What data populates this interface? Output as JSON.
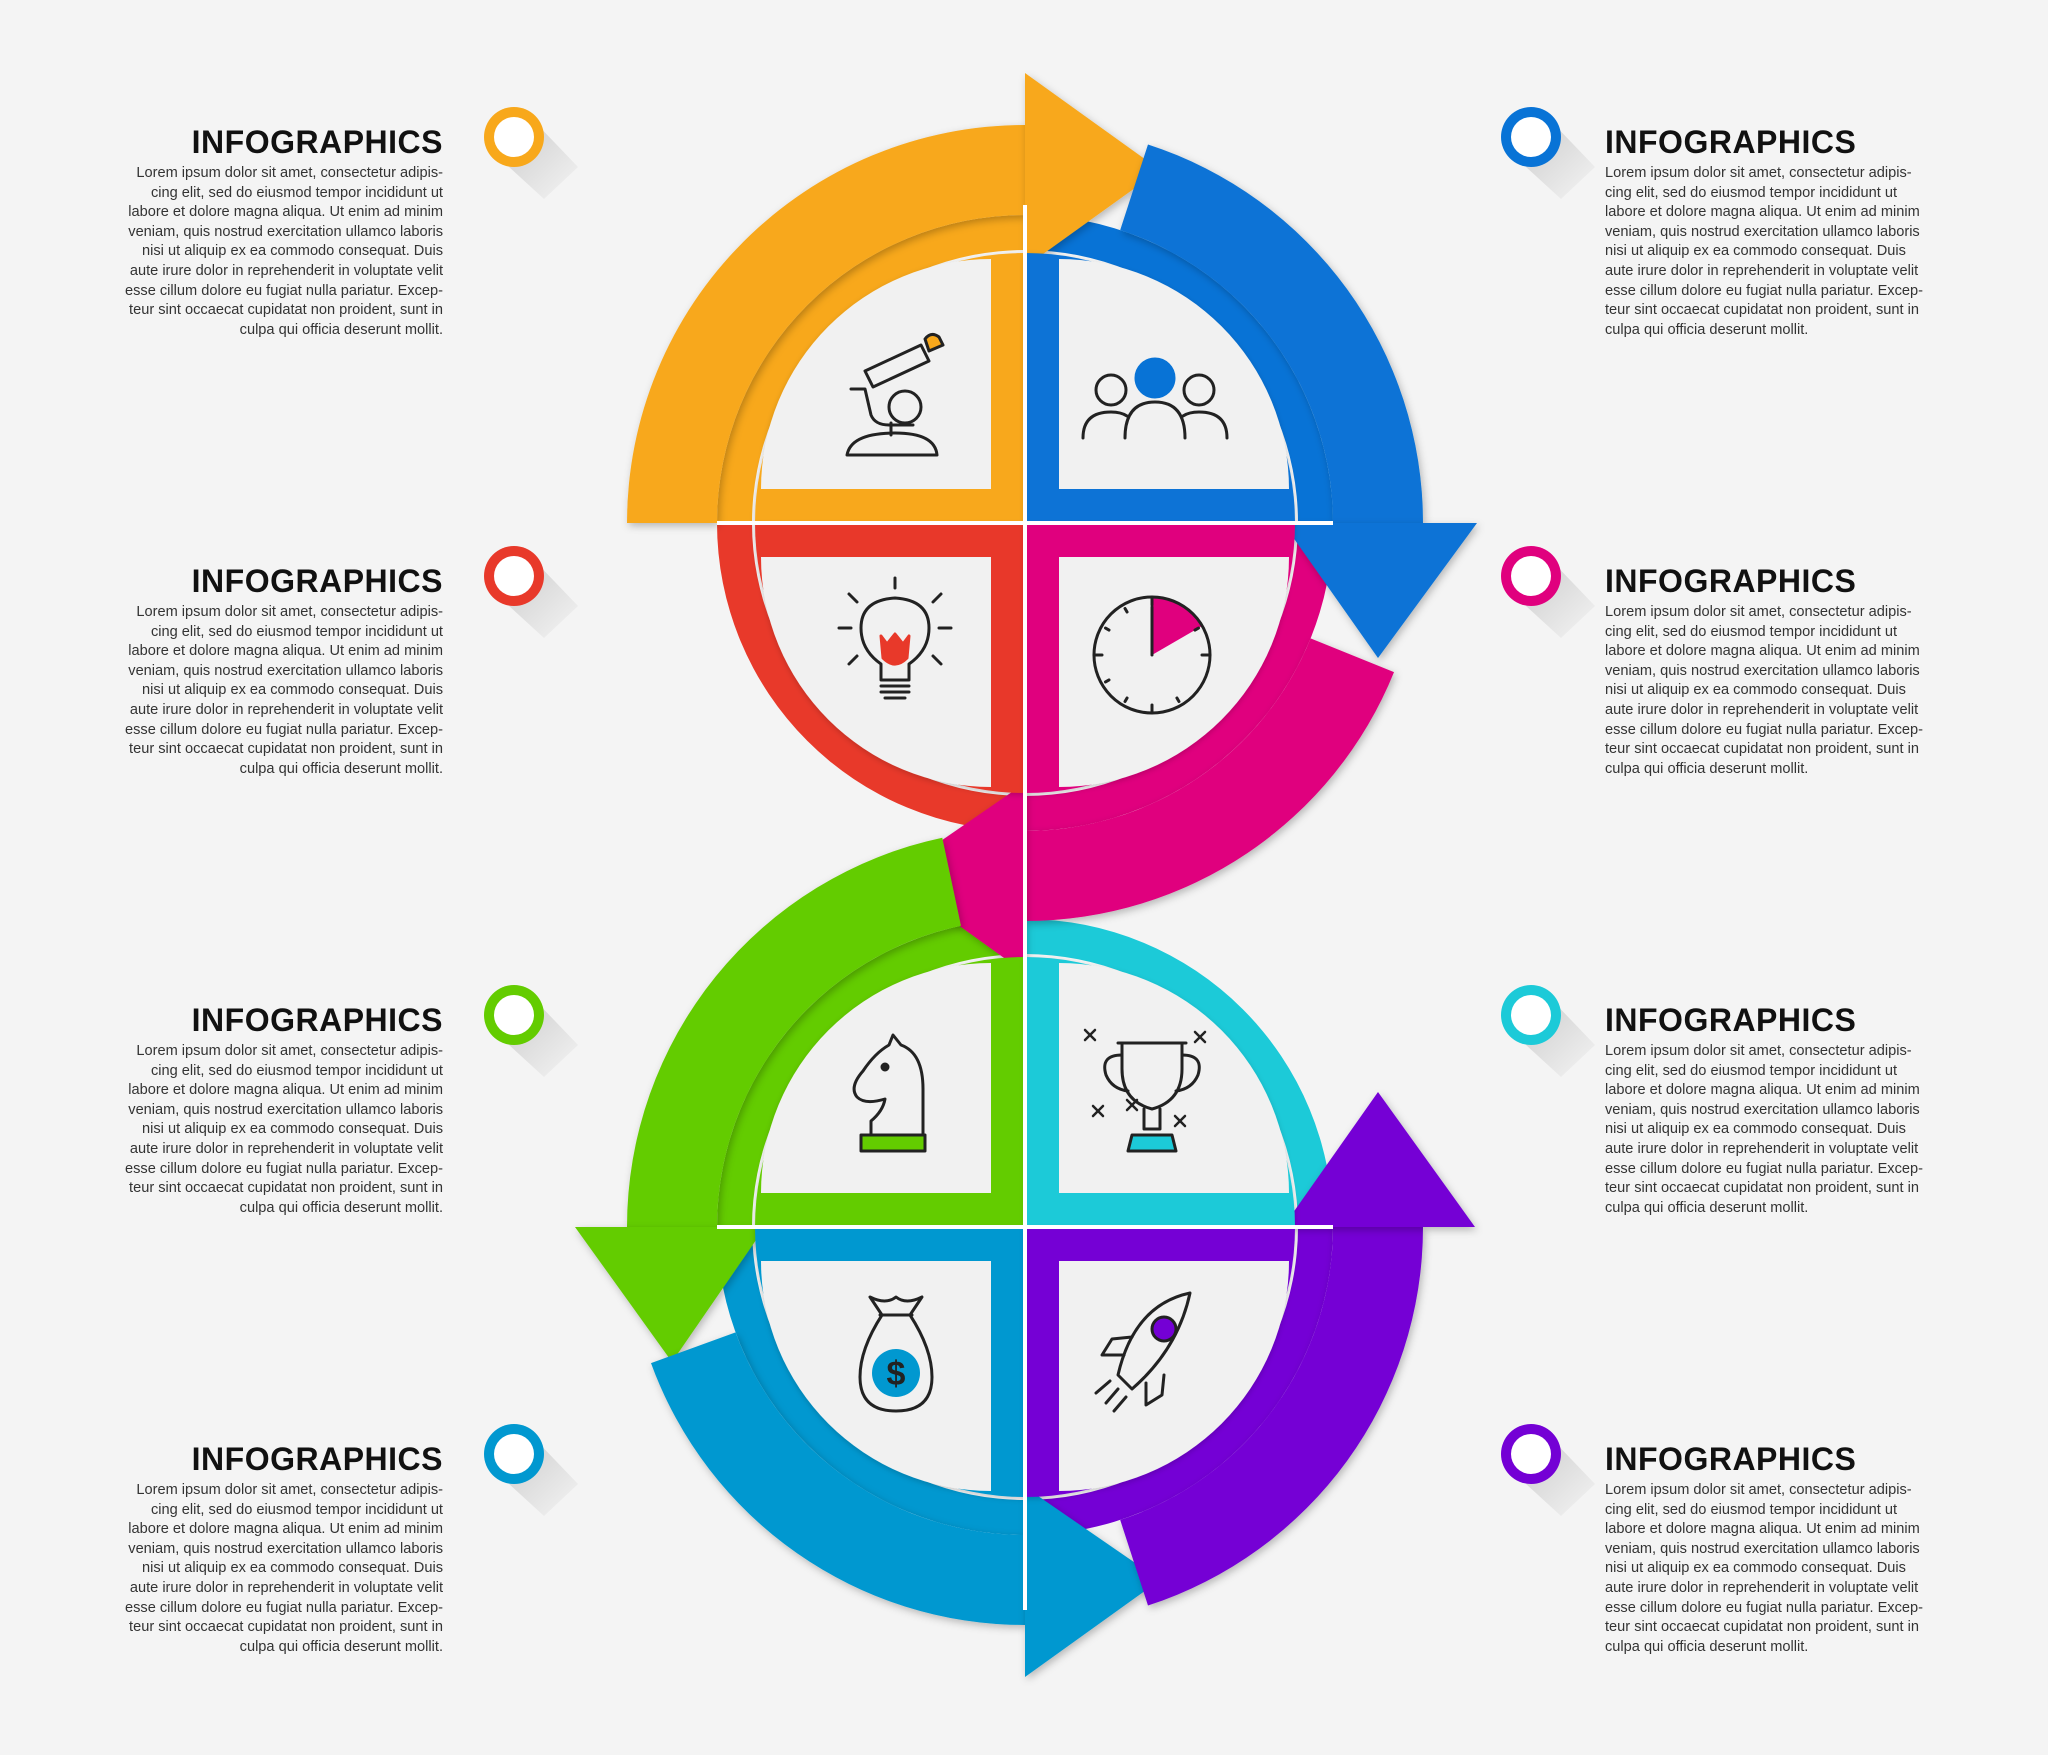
{
  "steps": [
    {
      "id": "research",
      "color": "#f8a81b",
      "icon": "microscope-icon",
      "title": "INFOGRAPHICS",
      "text": "Lorem ipsum dolor sit amet, consectetur adipis-\ncing elit, sed do eiusmod tempor incididunt ut\nlabore et dolore magna aliqua. Ut enim ad minim\nveniam, quis nostrud exercitation ullamco laboris\nnisi ut aliquip ex ea commodo consequat. Duis\naute irure dolor in reprehenderit in voluptate velit\nesse cillum dolore eu fugiat nulla pariatur. Excep-\nteur sint occaecat cupidatat non proident, sunt in\nculpa qui officia deserunt mollit."
    },
    {
      "id": "team",
      "color": "#0873d6",
      "icon": "team-icon",
      "title": "INFOGRAPHICS",
      "text": "Lorem ipsum dolor sit amet, consectetur adipis-\ncing elit, sed do eiusmod tempor incididunt ut\nlabore et dolore magna aliqua. Ut enim ad minim\nveniam, quis nostrud exercitation ullamco laboris\nnisi ut aliquip ex ea commodo consequat. Duis\naute irure dolor in reprehenderit in voluptate velit\nesse cillum dolore eu fugiat nulla pariatur. Excep-\nteur sint occaecat cupidatat non proident, sunt in\nculpa qui officia deserunt mollit."
    },
    {
      "id": "idea",
      "color": "#e8392a",
      "icon": "lightbulb-icon",
      "title": "INFOGRAPHICS",
      "text": "Lorem ipsum dolor sit amet, consectetur adipis-\ncing elit, sed do eiusmod tempor incididunt ut\nlabore et dolore magna aliqua. Ut enim ad minim\nveniam, quis nostrud exercitation ullamco laboris\nnisi ut aliquip ex ea commodo consequat. Duis\naute irure dolor in reprehenderit in voluptate velit\nesse cillum dolore eu fugiat nulla pariatur. Excep-\nteur sint occaecat cupidatat non proident, sunt in\nculpa qui officia deserunt mollit."
    },
    {
      "id": "time",
      "color": "#e0007e",
      "icon": "clock-icon",
      "title": "INFOGRAPHICS",
      "text": "Lorem ipsum dolor sit amet, consectetur adipis-\ncing elit, sed do eiusmod tempor incididunt ut\nlabore et dolore magna aliqua. Ut enim ad minim\nveniam, quis nostrud exercitation ullamco laboris\nnisi ut aliquip ex ea commodo consequat. Duis\naute irure dolor in reprehenderit in voluptate velit\nesse cillum dolore eu fugiat nulla pariatur. Excep-\nteur sint occaecat cupidatat non proident, sunt in\nculpa qui officia deserunt mollit."
    },
    {
      "id": "strategy",
      "color": "#63cc00",
      "icon": "chess-knight-icon",
      "title": "INFOGRAPHICS",
      "text": "Lorem ipsum dolor sit amet, consectetur adipis-\ncing elit, sed do eiusmod tempor incididunt ut\nlabore et dolore magna aliqua. Ut enim ad minim\nveniam, quis nostrud exercitation ullamco laboris\nnisi ut aliquip ex ea commodo consequat. Duis\naute irure dolor in reprehenderit in voluptate velit\nesse cillum dolore eu fugiat nulla pariatur. Excep-\nteur sint occaecat cupidatat non proident, sunt in\nculpa qui officia deserunt mollit."
    },
    {
      "id": "success",
      "color": "#1ccad8",
      "icon": "trophy-icon",
      "title": "INFOGRAPHICS",
      "text": "Lorem ipsum dolor sit amet, consectetur adipis-\ncing elit, sed do eiusmod tempor incididunt ut\nlabore et dolore magna aliqua. Ut enim ad minim\nveniam, quis nostrud exercitation ullamco laboris\nnisi ut aliquip ex ea commodo consequat. Duis\naute irure dolor in reprehenderit in voluptate velit\nesse cillum dolore eu fugiat nulla pariatur. Excep-\nteur sint occaecat cupidatat non proident, sunt in\nculpa qui officia deserunt mollit."
    },
    {
      "id": "money",
      "color": "#0198d0",
      "icon": "money-bag-icon",
      "title": "INFOGRAPHICS",
      "text": "Lorem ipsum dolor sit amet, consectetur adipis-\ncing elit, sed do eiusmod tempor incididunt ut\nlabore et dolore magna aliqua. Ut enim ad minim\nveniam, quis nostrud exercitation ullamco laboris\nnisi ut aliquip ex ea commodo consequat. Duis\naute irure dolor in reprehenderit in voluptate velit\nesse cillum dolore eu fugiat nulla pariatur. Excep-\nteur sint occaecat cupidatat non proident, sunt in\nculpa qui officia deserunt mollit."
    },
    {
      "id": "launch",
      "color": "#7400d5",
      "icon": "rocket-icon",
      "title": "INFOGRAPHICS",
      "text": "Lorem ipsum dolor sit amet, consectetur adipis-\ncing elit, sed do eiusmod tempor incididunt ut\nlabore et dolore magna aliqua. Ut enim ad minim\nveniam, quis nostrud exercitation ullamco laboris\nnisi ut aliquip ex ea commodo consequat. Duis\naute irure dolor in reprehenderit in voluptate velit\nesse cillum dolore eu fugiat nulla pariatur. Excep-\nteur sint occaecat cupidatat non proident, sunt in\nculpa qui officia deserunt mollit."
    }
  ],
  "colors": {
    "background": "#f4f4f4",
    "panel": "#f1f1f1",
    "icon_stroke": "#222222"
  }
}
